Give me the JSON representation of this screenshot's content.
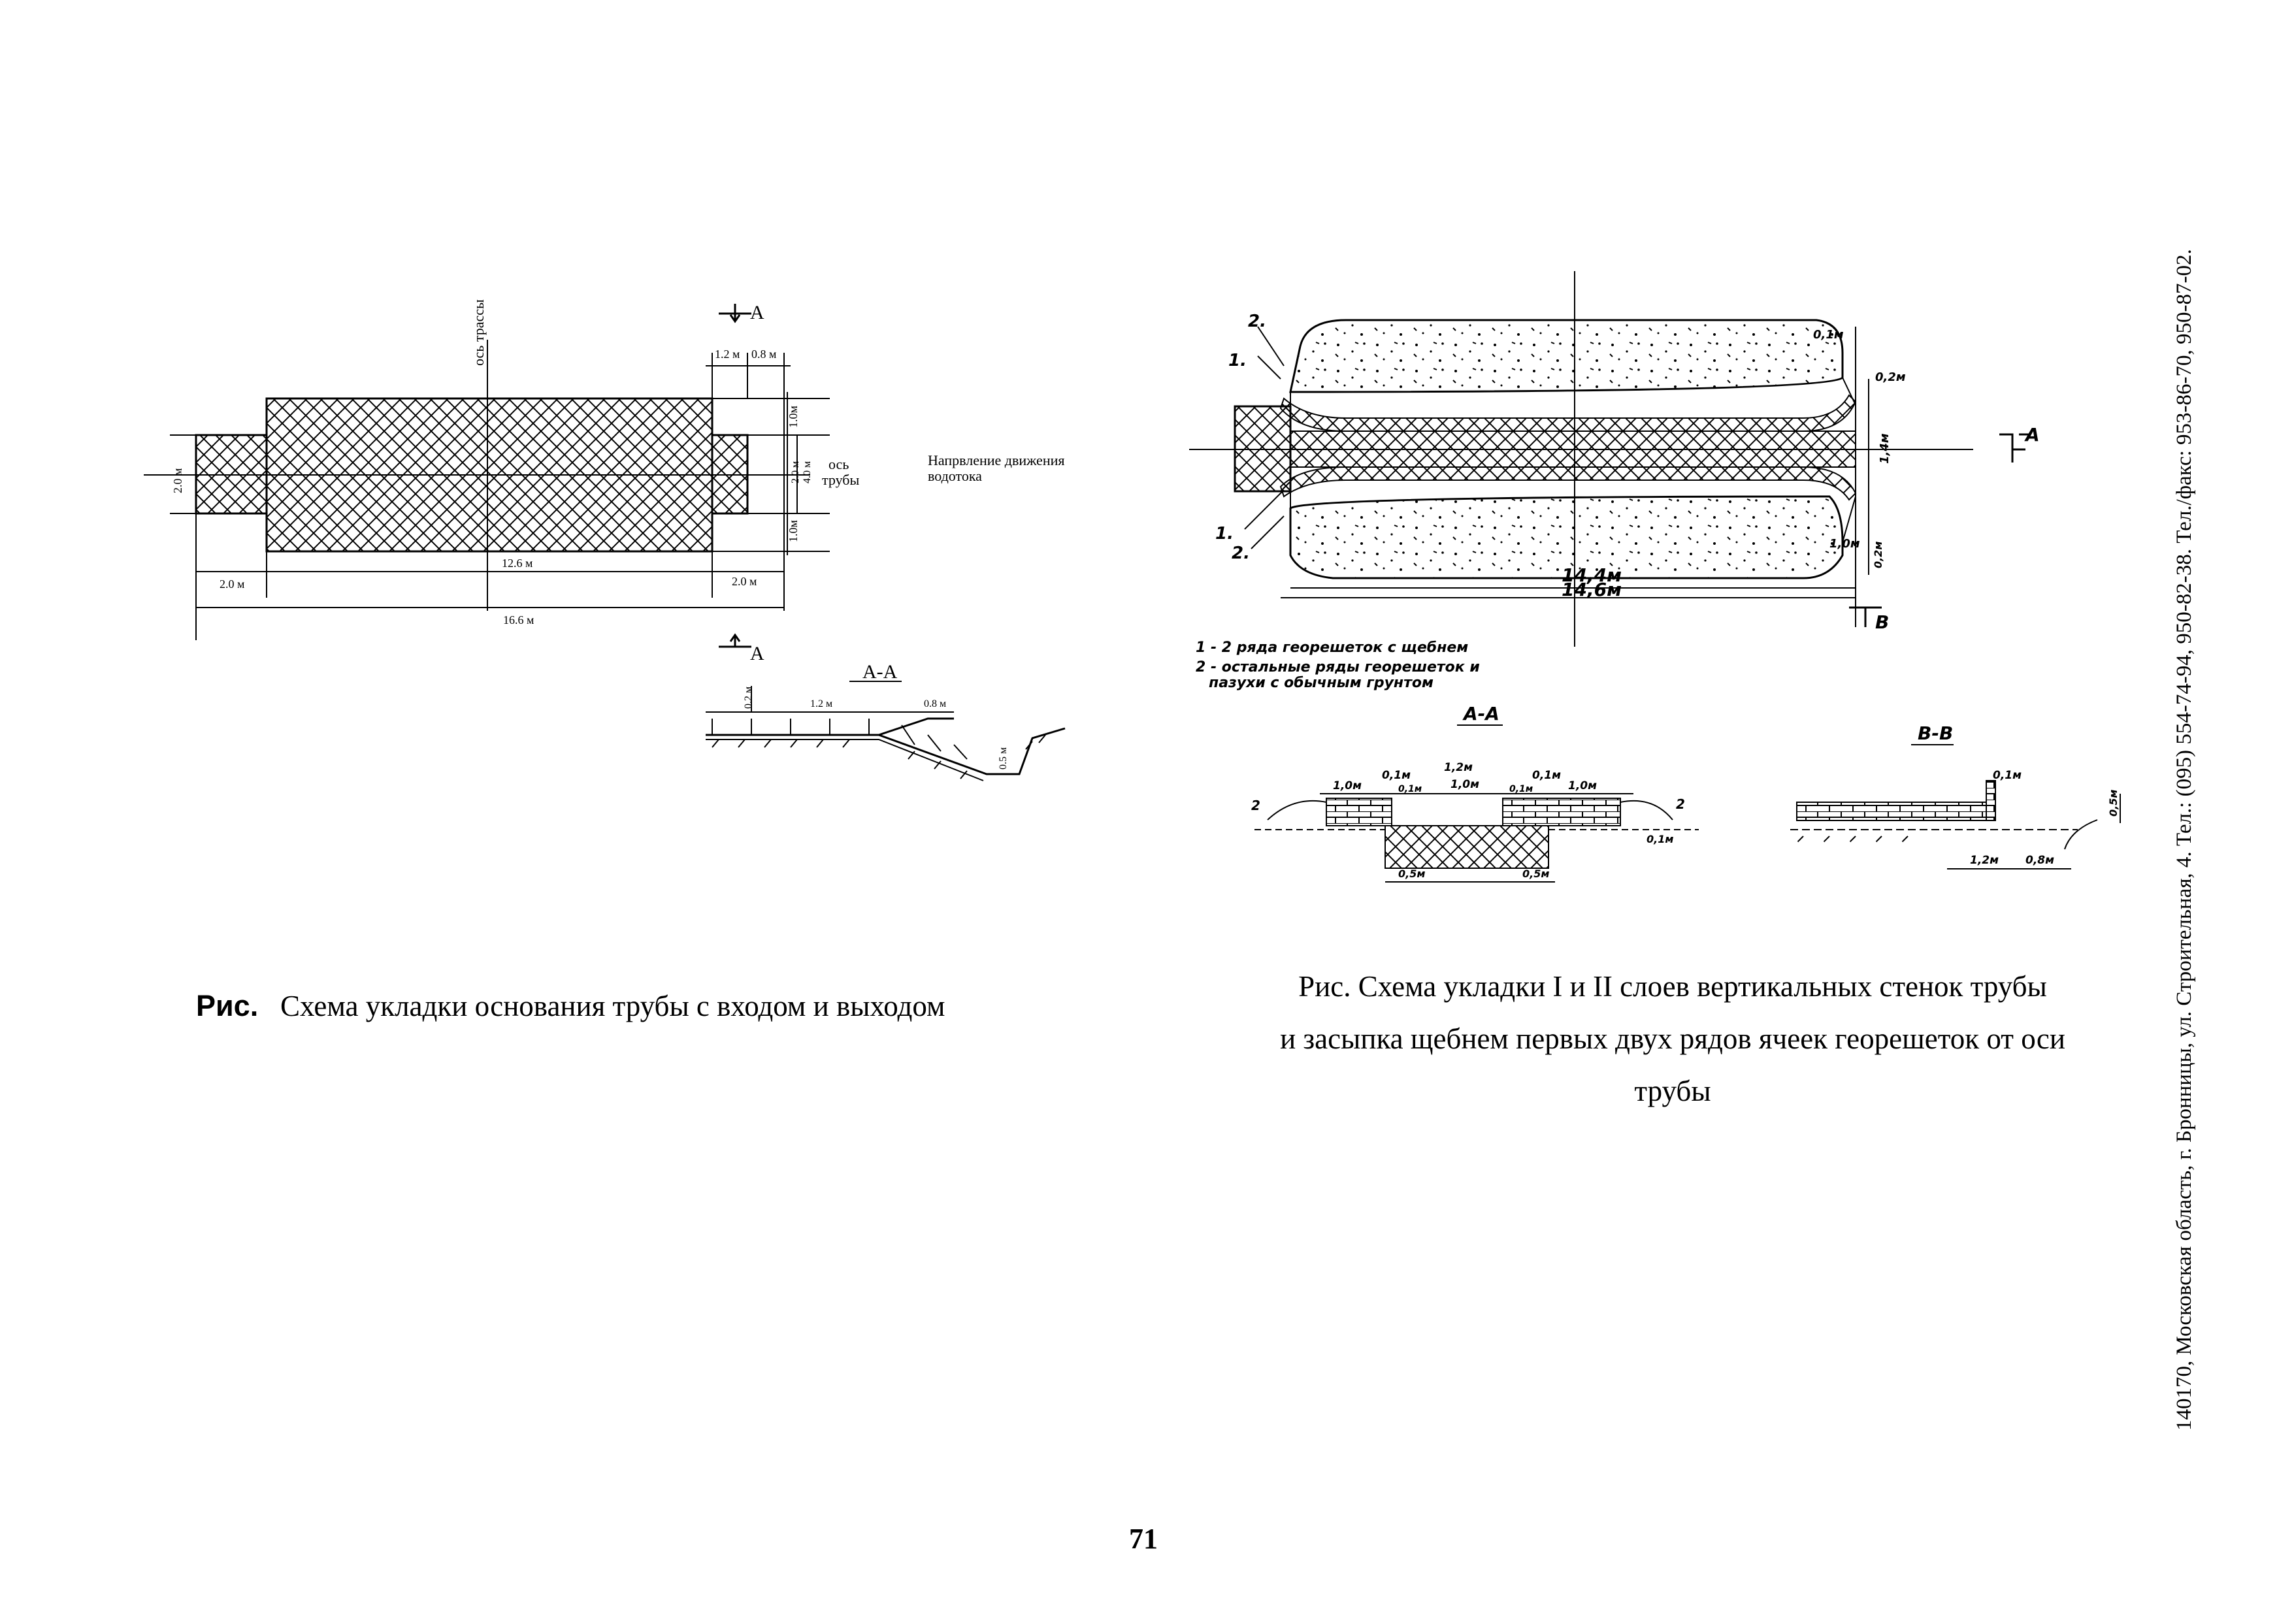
{
  "left_figure": {
    "axis_route_label": "ось трассы",
    "section_mark": "A",
    "dims_top": {
      "d1": "1.2 м",
      "d2": "0.8 м"
    },
    "dim_left_height": "2.0 м",
    "dim_right_1": "1.0м",
    "dim_right_2a": "2.0 м",
    "dim_right_2b": "4.0 м",
    "dim_right_3": "1.0м",
    "pipe_axis_label_1": "ось",
    "pipe_axis_label_2": "трубы",
    "flow_direction_1": "Напрвление движения",
    "flow_direction_2": "водотока",
    "dim_bottom_center": "12.6 м",
    "dim_bottom_left": "2.0 м",
    "dim_bottom_right": "2.0 м",
    "dim_bottom_total": "16.6 м",
    "section_title": "A-A",
    "section_dims": {
      "d_vertical": "0.2 м",
      "d_mid": "1.2 м",
      "d_right": "0.8 м",
      "d_slope": "0.5 м"
    }
  },
  "right_figure": {
    "callout_2_top": "2.",
    "callout_1_top": "1.",
    "callout_1_bottom": "1.",
    "callout_2_bottom": "2.",
    "dim_01_top": "0,1м",
    "dim_02": "0,2м",
    "dim_14_side": "1,4м",
    "dim_10_side": "1,0м",
    "dim_02_side": "0,2м",
    "dim_length_1": "14,4м",
    "dim_length_2": "14,6м",
    "section_a": "A",
    "section_b": "B",
    "legend_1": "1 - 2 ряда георешеток с щебнем",
    "legend_2a": "2 - остальные ряды георешеток и",
    "legend_2b": "пазухи   с обычным грунтом",
    "section_aa_title": "А-А",
    "section_aa_dims": {
      "d10_left": "1,0м",
      "d01_left": "0,1м",
      "d01_left_b": "0,1м",
      "d12": "1,2м",
      "d10_mid": "1,0м",
      "d01_right": "0,1м",
      "d01_right_b": "0,1м",
      "d10_right": "1,0м",
      "d01_far": "0,1м",
      "d05_left": "0,5м",
      "d05_right": "0,5м",
      "callout_2_left": "2",
      "callout_2_right": "2"
    },
    "section_bb_title": "В-В",
    "section_bb_dims": {
      "d01": "0,1м",
      "d05": "0,5м",
      "d12": "1,2м",
      "d08": "0,8м"
    }
  },
  "captions": {
    "left_prefix": "Рис.",
    "left_text": "Схема укладки основания трубы с входом и выходом",
    "right_line_1": "Рис. Схема укладки I и II слоев вертикальных стенок трубы",
    "right_line_2": "и  засыпка щебнем первых двух рядов ячеек георешеток от оси",
    "right_line_3": "трубы"
  },
  "sidebar_text": "140170, Московская область, г. Бронницы, ул. Строительная, 4. Тел.: (095) 554-74-94, 950-82-38. Тел./факс: 953-86-70, 950-87-02.",
  "page_number": "71"
}
